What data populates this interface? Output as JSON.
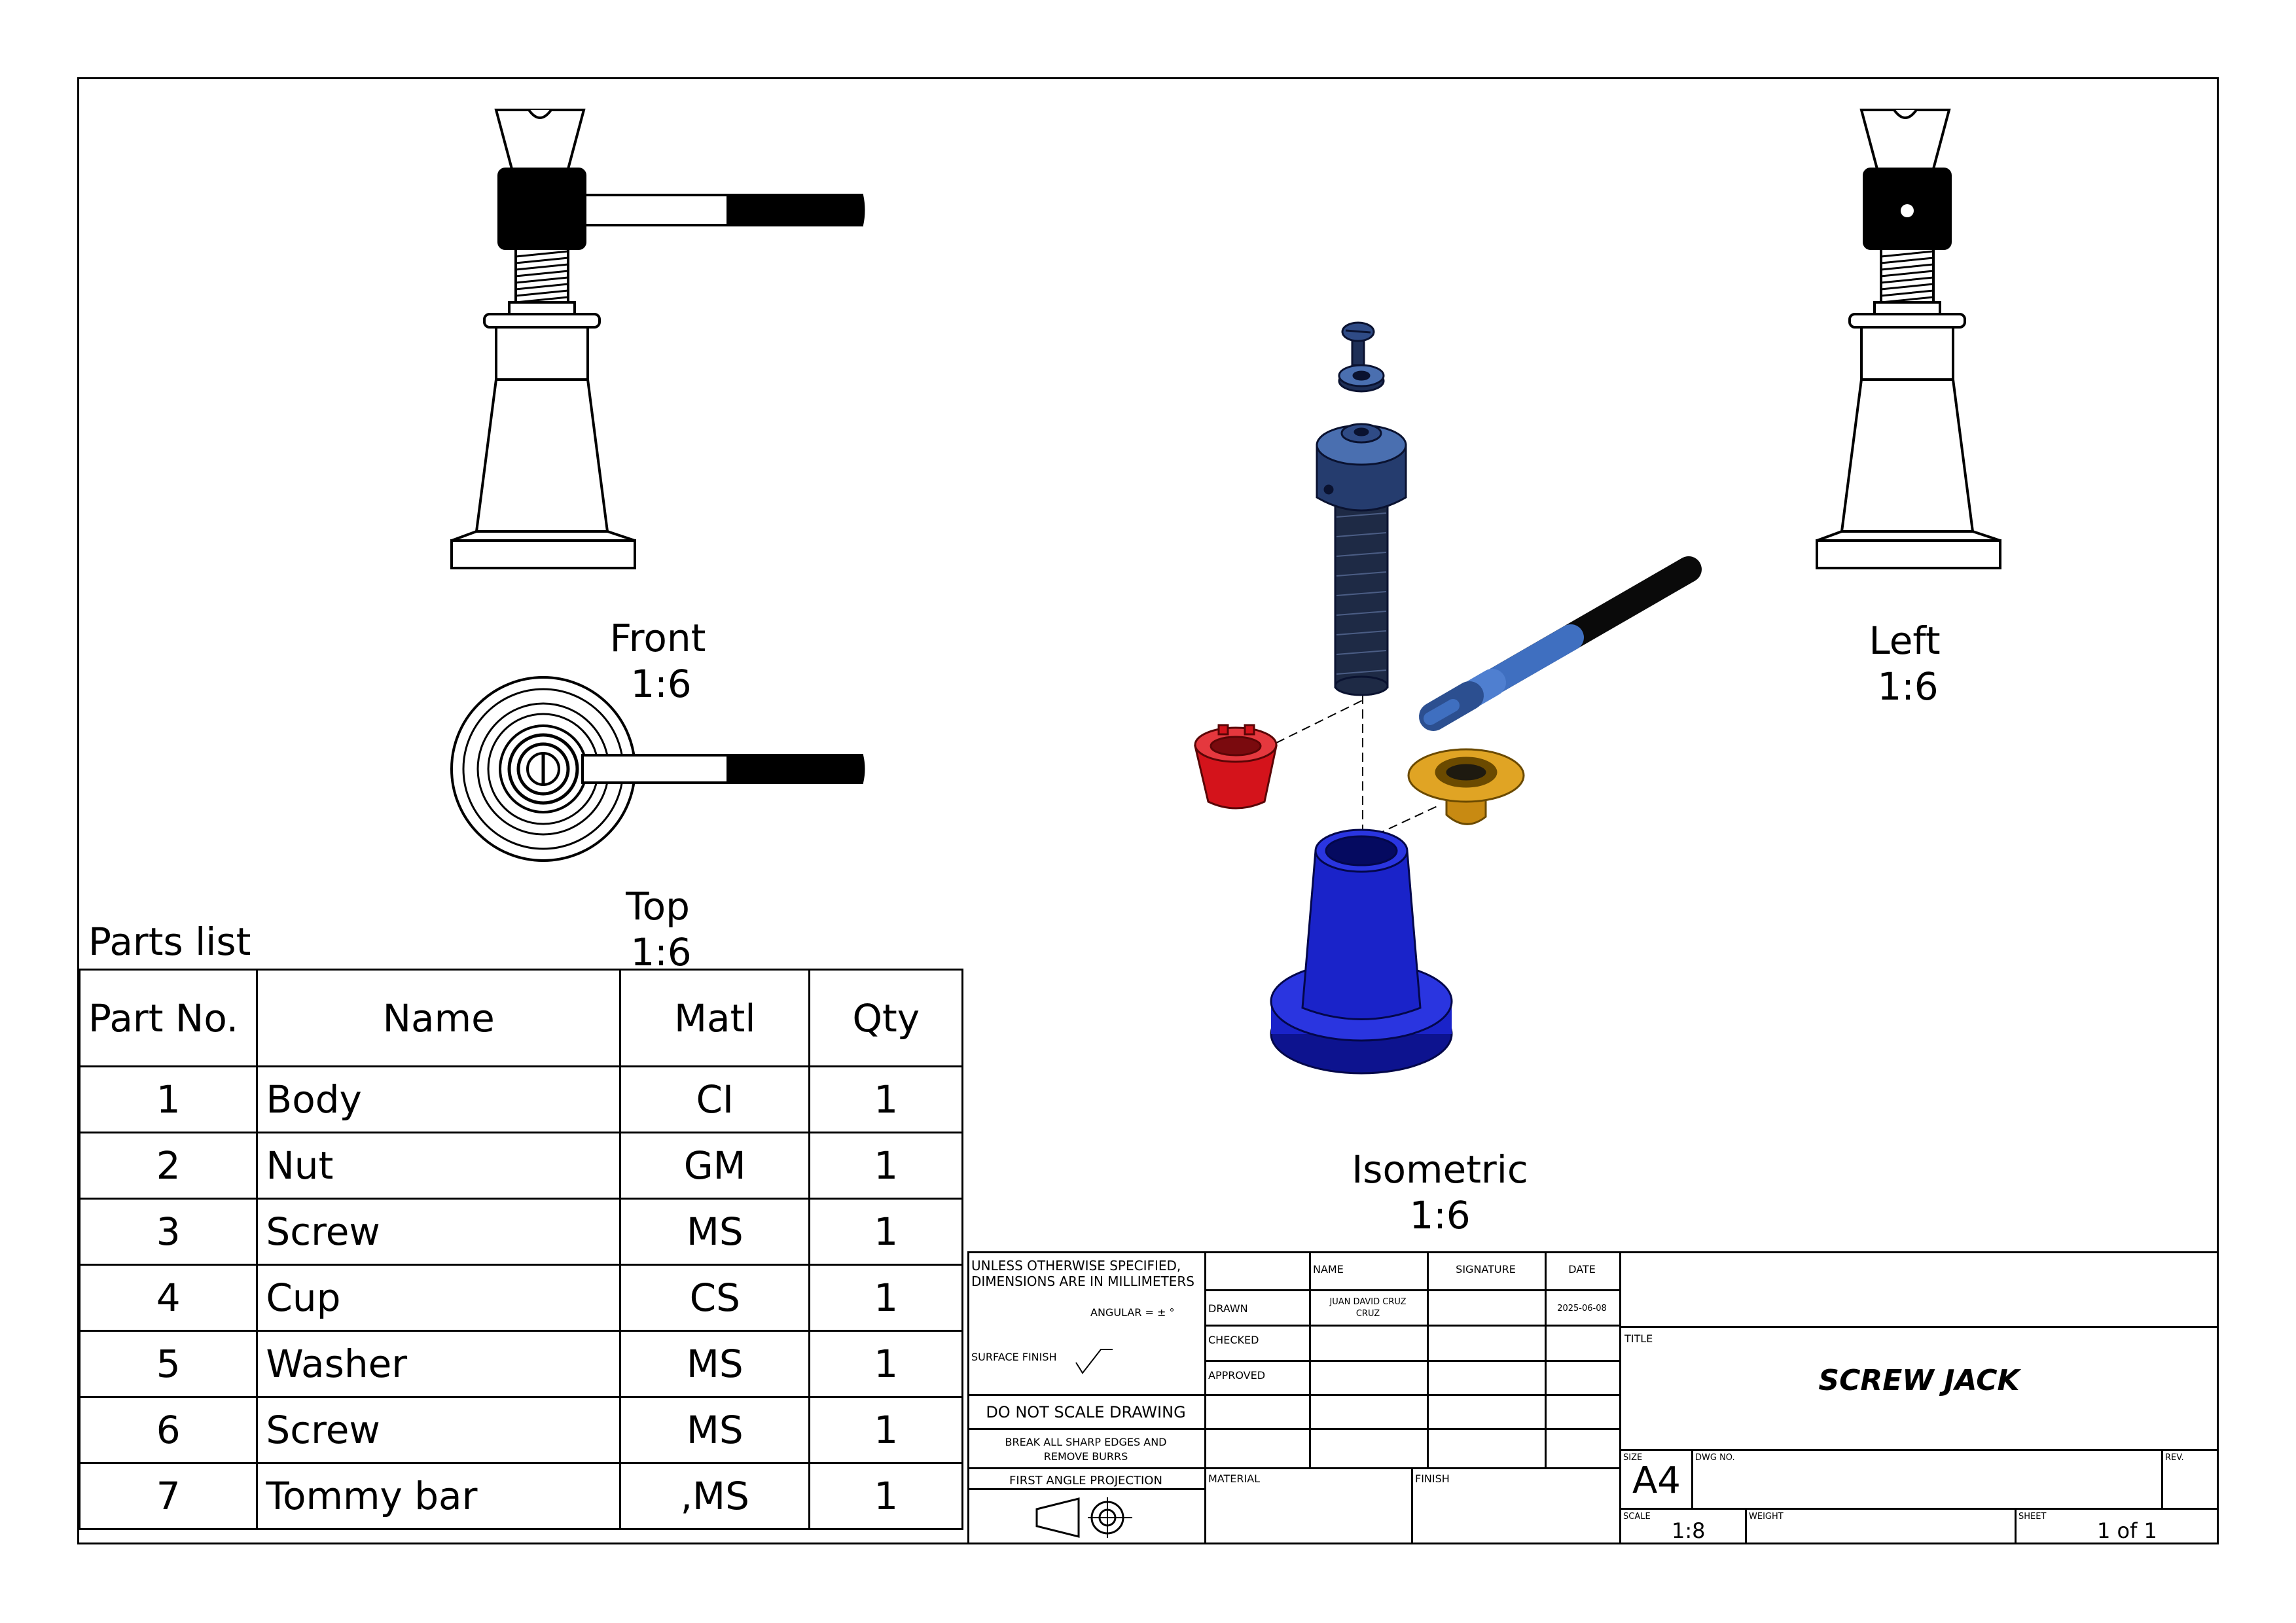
{
  "views": {
    "front": {
      "name": "Front",
      "scale": "1:6"
    },
    "top": {
      "name": "Top",
      "scale": "1:6"
    },
    "left": {
      "name": "Left",
      "scale": "1:6"
    },
    "isometric": {
      "name": "Isometric",
      "scale": "1:6"
    }
  },
  "parts_list": {
    "title": "Parts list",
    "headers": [
      "Part No.",
      "Name",
      "Matl",
      "Qty"
    ],
    "rows": [
      {
        "no": "1",
        "name": "Body",
        "matl": "CI",
        "qty": "1"
      },
      {
        "no": "2",
        "name": "Nut",
        "matl": "GM",
        "qty": "1"
      },
      {
        "no": "3",
        "name": "Screw",
        "matl": "MS",
        "qty": "1"
      },
      {
        "no": "4",
        "name": "Cup",
        "matl": "CS",
        "qty": "1"
      },
      {
        "no": "5",
        "name": "Washer",
        "matl": "MS",
        "qty": "1"
      },
      {
        "no": "6",
        "name": "Screw",
        "matl": "MS",
        "qty": "1"
      },
      {
        "no": "7",
        "name": "Tommy bar",
        "matl": ",MS",
        "qty": "1"
      }
    ]
  },
  "title_block": {
    "unless_line1": "UNLESS OTHERWISE SPECIFIED,",
    "unless_line2": "DIMENSIONS ARE IN MILLIMETERS",
    "angular": "ANGULAR = ± °",
    "surface_finish": "SURFACE FINISH",
    "do_not_scale": "DO NOT SCALE DRAWING",
    "break_edges_1": "BREAK ALL SHARP EDGES AND",
    "break_edges_2": "REMOVE BURRS",
    "projection": "FIRST ANGLE PROJECTION",
    "col_name": "NAME",
    "col_signature": "SIGNATURE",
    "col_date": "DATE",
    "drawn_label": "DRAWN",
    "drawn_name_1": "JUAN DAVID CRUZ",
    "drawn_name_2": "CRUZ",
    "drawn_date": "2025-06-08",
    "checked_label": "CHECKED",
    "approved_label": "APPROVED",
    "material_label": "MATERIAL",
    "finish_label": "FINISH",
    "title_label": "TITLE",
    "title": "SCREW JACK",
    "size_label": "SIZE",
    "size": "A4",
    "dwg_no_label": "DWG NO.",
    "rev_label": "REV.",
    "scale_label": "SCALE",
    "scale": "1:8",
    "weight_label": "WEIGHT",
    "sheet_label": "SHEET",
    "sheet": "1 of 1"
  },
  "colors": {
    "body": "#1a23c9",
    "cup": "#d4131b",
    "nut": "#e0a424",
    "screw": "#1e2f57",
    "tommy_bar": "#3f6fc0"
  }
}
